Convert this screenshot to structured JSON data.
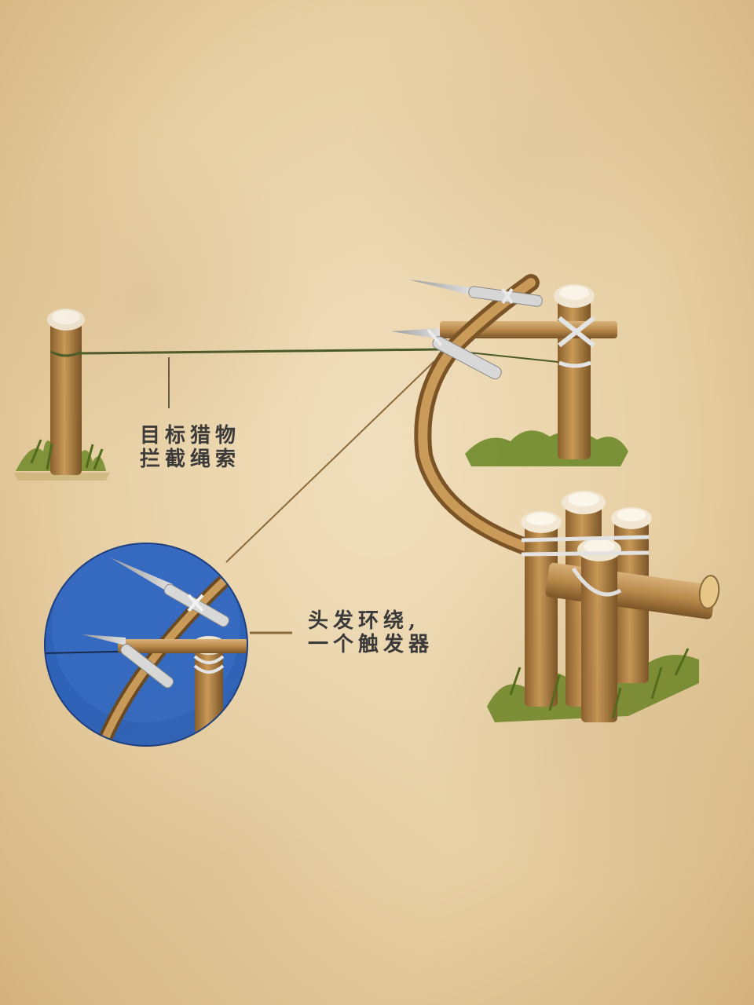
{
  "labels": {
    "rope": {
      "line1": "目标猎物",
      "line2": "拦截绳索"
    },
    "trigger": {
      "line1": "头发环绕,",
      "line2": "一个触发器"
    }
  },
  "colors": {
    "background": "#e7cfa3",
    "wood": "#b98a4a",
    "wood_dark": "#7a5427",
    "rope": "#d8d8d8",
    "grass": "#6f8a2a",
    "inset_bg": "#2f63b8",
    "text": "#3a3a3a"
  }
}
